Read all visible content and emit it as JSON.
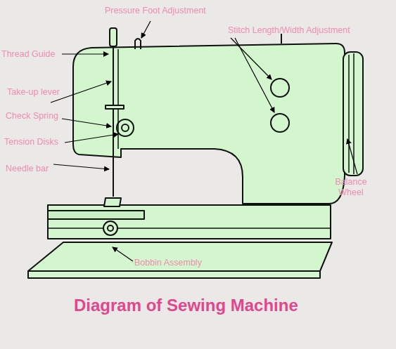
{
  "diagram": {
    "title": "Diagram of Sewing Machine",
    "labels": [
      "Pressure Foot Adjustment",
      "Thread Guide",
      "Stitch Length/Width Adjustment",
      "Take-up lever",
      "Check Spring",
      "Tension Disks",
      "Needle bar",
      "Balance Wheel",
      "Bobbin Assembly"
    ]
  }
}
